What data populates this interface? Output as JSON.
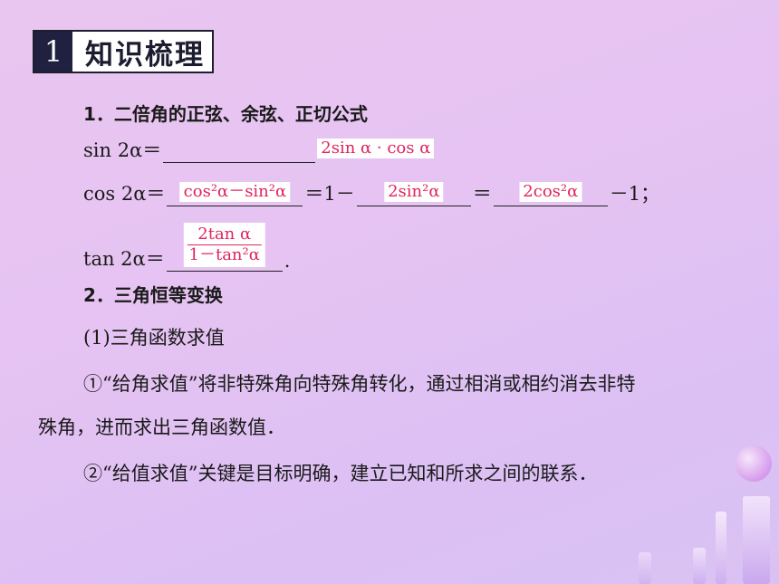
{
  "section": {
    "number": "1",
    "title": "知识梳理"
  },
  "item1": {
    "heading": "1．二倍角的正弦、余弦、正切公式",
    "sin_lhs": "sin 2α＝",
    "sin_ans": "2sin α · cos α",
    "cos_lhs": "cos 2α＝",
    "cos_ans1": "cos²α－sin²α",
    "cos_mid1": "＝1－",
    "cos_ans2": "2sin²α",
    "cos_mid2": "＝",
    "cos_ans3": "2cos²α",
    "cos_tail": "－1；",
    "tan_lhs": "tan 2α＝",
    "tan_num": "2tan α",
    "tan_den": "1－tan²α",
    "tan_tail": "."
  },
  "item2": {
    "heading": "2．三角恒等变换",
    "sub1": "(1)三角函数求值",
    "p1_line1": "①“给角求值”将非特殊角向特殊角转化，通过相消或相约消去非特",
    "p1_line2": "殊角，进而求出三角函数值．",
    "p2": "②“给值求值”关键是目标明确，建立已知和所求之间的联系．"
  }
}
